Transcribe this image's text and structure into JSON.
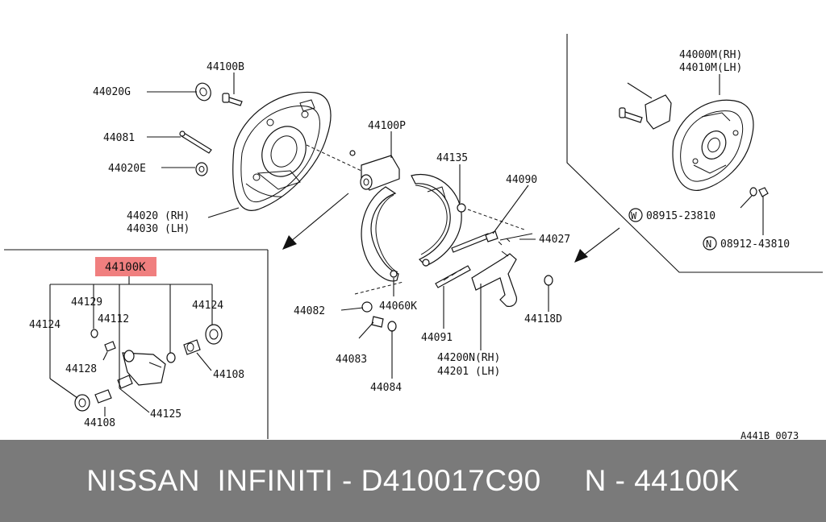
{
  "diagram": {
    "labels": {
      "l44100B": "44100B",
      "l44020G": "44020G",
      "l44081": "44081",
      "l44020E": "44020E",
      "l44020RH": "44020 (RH)",
      "l44030LH": "44030 (LH)",
      "l44100P": "44100P",
      "l44135": "44135",
      "l44090": "44090",
      "l44027": "44027",
      "l44082": "44082",
      "l44060K": "44060K",
      "l44083": "44083",
      "l44084": "44084",
      "l44091": "44091",
      "l44200N": "44200N(RH)",
      "l44201": "44201  (LH)",
      "l44118D": "44118D",
      "l44000M": "44000M(RH)",
      "l44010M": "44010M(LH)",
      "w08915": "08915-23810",
      "n08912": "08912-43810",
      "markW": "W",
      "markN": "N",
      "l44100K": "44100K",
      "l44129": "44129",
      "l44112": "44112",
      "l44124a": "44124",
      "l44124b": "44124",
      "l44128": "44128",
      "l44108a": "44108",
      "l44108b": "44108",
      "l44125": "44125"
    },
    "code": "A441B 0073",
    "highlight_color": "#f07f7f"
  },
  "footer": {
    "text": "NISSAN  INFINITI - D410017C90     N - 44100K",
    "background": "#7a7a7a"
  }
}
